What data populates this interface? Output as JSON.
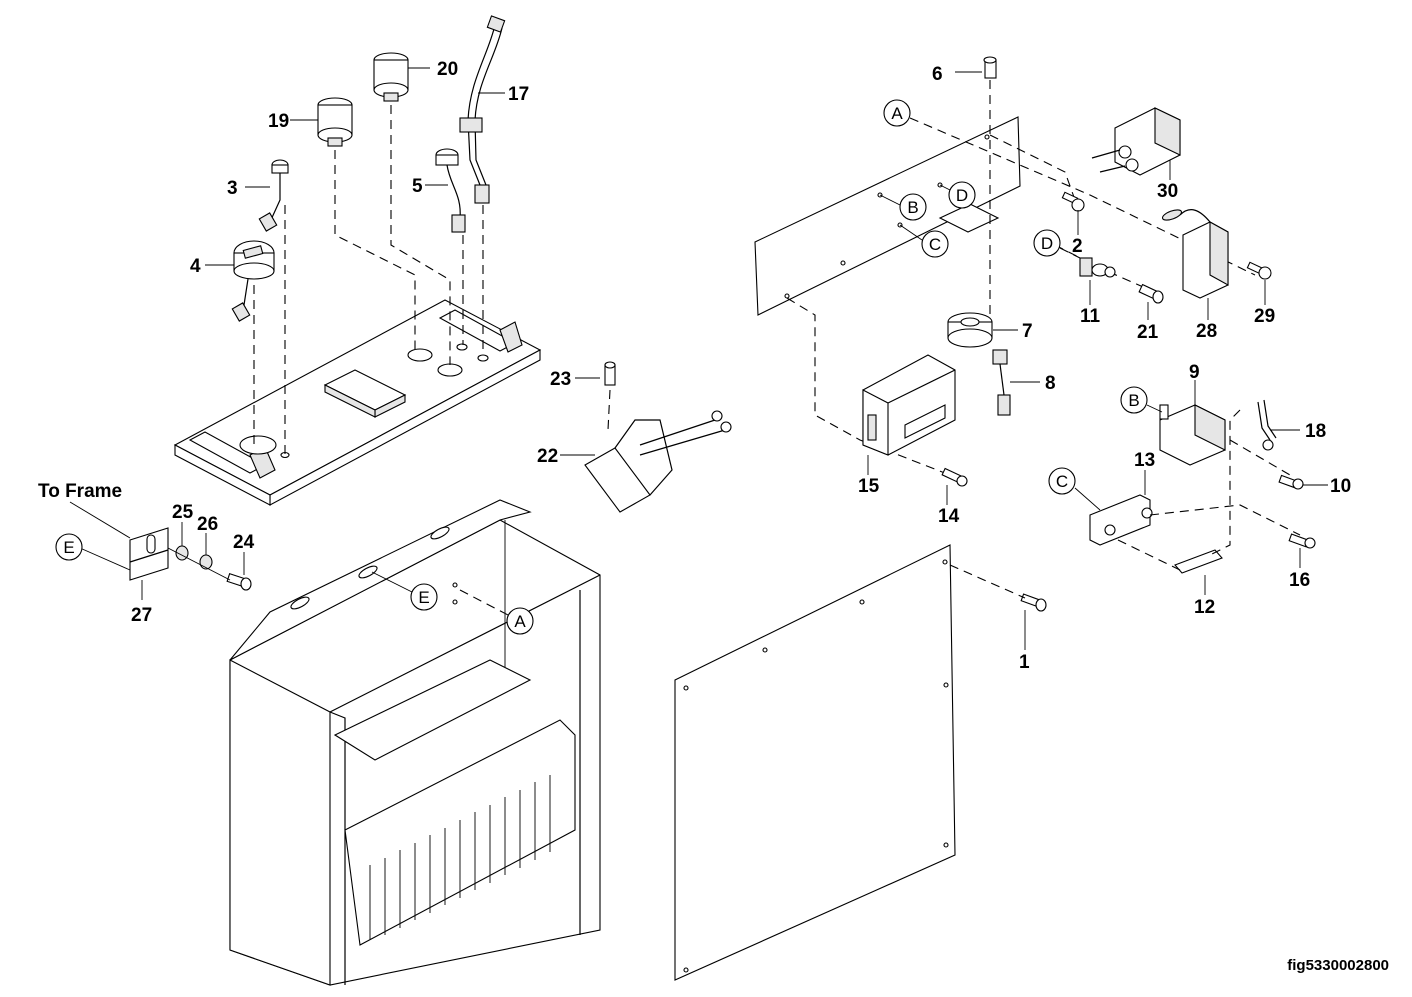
{
  "figure_id": "fig5330002800",
  "diagram_type": "exploded parts view",
  "callouts": [
    {
      "number": "1"
    },
    {
      "number": "2"
    },
    {
      "number": "3"
    },
    {
      "number": "4"
    },
    {
      "number": "5"
    },
    {
      "number": "6"
    },
    {
      "number": "7"
    },
    {
      "number": "8"
    },
    {
      "number": "9"
    },
    {
      "number": "10"
    },
    {
      "number": "11"
    },
    {
      "number": "12"
    },
    {
      "number": "13"
    },
    {
      "number": "14"
    },
    {
      "number": "15"
    },
    {
      "number": "16"
    },
    {
      "number": "17"
    },
    {
      "number": "18"
    },
    {
      "number": "19"
    },
    {
      "number": "20"
    },
    {
      "number": "21"
    },
    {
      "number": "22"
    },
    {
      "number": "23"
    },
    {
      "number": "24"
    },
    {
      "number": "25"
    },
    {
      "number": "26"
    },
    {
      "number": "27"
    },
    {
      "number": "28"
    },
    {
      "number": "29"
    },
    {
      "number": "30"
    }
  ],
  "reference_markers": {
    "A": "A",
    "B": "B",
    "C": "C",
    "D": "D",
    "E": "E"
  },
  "annotations": {
    "to_frame": "To Frame"
  }
}
